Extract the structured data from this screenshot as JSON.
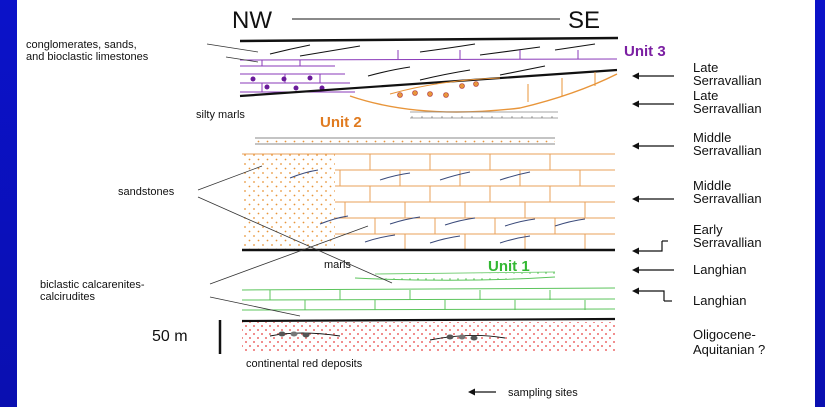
{
  "orientation": {
    "left": "NW",
    "right": "SE"
  },
  "units": {
    "unit3": {
      "label": "Unit 3",
      "color": "#7b1fa2"
    },
    "unit2": {
      "label": "Unit 2",
      "color": "#e07b20"
    },
    "unit1": {
      "label": "Unit 1",
      "color": "#33b833"
    }
  },
  "lithology": {
    "conglomerates_line1": "conglomerates, sands,",
    "conglomerates_line2": "and bioclastic limestones",
    "silty_marls": "silty marls",
    "sandstones": "sandstones",
    "marls": "marls",
    "biclastic_line1": "biclastic calcarenites-",
    "biclastic_line2": "calcirudites",
    "continental": "continental red deposits"
  },
  "scale": {
    "label": "50 m"
  },
  "ages": [
    {
      "line1": "Late",
      "line2": "Serravallian"
    },
    {
      "line1": "Late",
      "line2": "Serravallian"
    },
    {
      "line1": "Middle",
      "line2": "Serravallian"
    },
    {
      "line1": "Middle",
      "line2": "Serravallian"
    },
    {
      "line1": "Early",
      "line2": "Serravallian"
    },
    {
      "line1": "Langhian",
      "line2": ""
    },
    {
      "line1": "Langhian",
      "line2": ""
    },
    {
      "line1": "Oligocene-",
      "line2": "Aquitanian ?"
    }
  ],
  "legend": {
    "sampling_sites": "sampling sites"
  },
  "colors": {
    "orange": "#e8953a",
    "green": "#5cc45c",
    "purple": "#8a3ab9",
    "red_dots": "#e85a5a",
    "background": "#0a0fb8"
  }
}
